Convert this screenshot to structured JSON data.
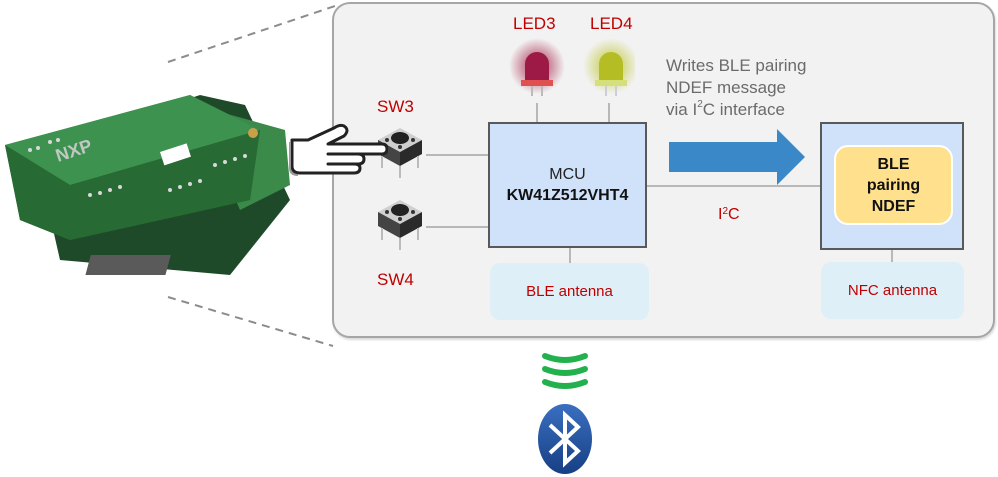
{
  "diagram": {
    "leds": [
      {
        "label": "LED3",
        "color": "#a0163f"
      },
      {
        "label": "LED4",
        "color": "#b9c21e"
      }
    ],
    "switches": [
      {
        "label": "SW3",
        "pressed": true
      },
      {
        "label": "SW4",
        "pressed": false
      }
    ],
    "mcu": {
      "title": "MCU",
      "part_number": "KW41Z512VHT4"
    },
    "description": {
      "line1": "Writes BLE pairing",
      "line2": "NDEF message",
      "line3_pre": "via I",
      "line3_sup": "2",
      "line3_post": "C interface"
    },
    "bus": {
      "pre": "I",
      "sup": "2",
      "post": "C"
    },
    "ndef": {
      "line1": "BLE",
      "line2": "pairing",
      "line3": "NDEF"
    },
    "ble_antenna": "BLE antenna",
    "nfc_antenna": "NFC antenna",
    "board_logo": "NXP",
    "icons": {
      "hand": "pointing-hand-icon",
      "wireless": "wireless-signal-icon",
      "bluetooth": "bluetooth-icon"
    },
    "colors": {
      "label_red": "#c00000",
      "arrow_blue": "#3a88c8",
      "signal_green": "#22b14c",
      "bluetooth_blue": "#1f4f9a",
      "block_fill": "#cfe2f9",
      "ndef_fill": "#ffe08c",
      "antenna_fill": "#dfeff7"
    }
  }
}
